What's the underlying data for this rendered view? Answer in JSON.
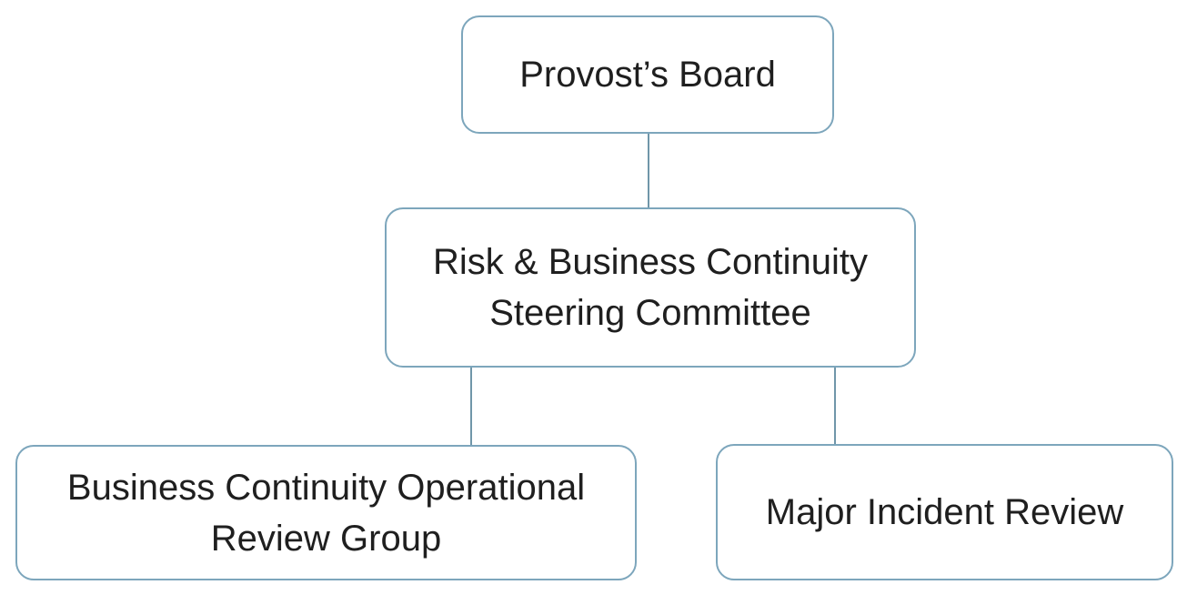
{
  "nodes": [
    {
      "id": "provosts-board",
      "label": "Provost’s Board"
    },
    {
      "id": "steering-committee",
      "label": "Risk & Business Continuity Steering Committee"
    },
    {
      "id": "bc-operational-review-group",
      "label": "Business Continuity Operational Review Group"
    },
    {
      "id": "major-incident-review",
      "label": "Major Incident Review"
    }
  ],
  "edges": [
    {
      "from": "provosts-board",
      "to": "steering-committee"
    },
    {
      "from": "steering-committee",
      "to": "bc-operational-review-group"
    },
    {
      "from": "steering-committee",
      "to": "major-incident-review"
    }
  ],
  "colors": {
    "background": "#ffffff",
    "box_fill": "#ffffff",
    "box_border": "#7da6bc",
    "connector": "#7096a9",
    "text": "#1f1f1f"
  }
}
